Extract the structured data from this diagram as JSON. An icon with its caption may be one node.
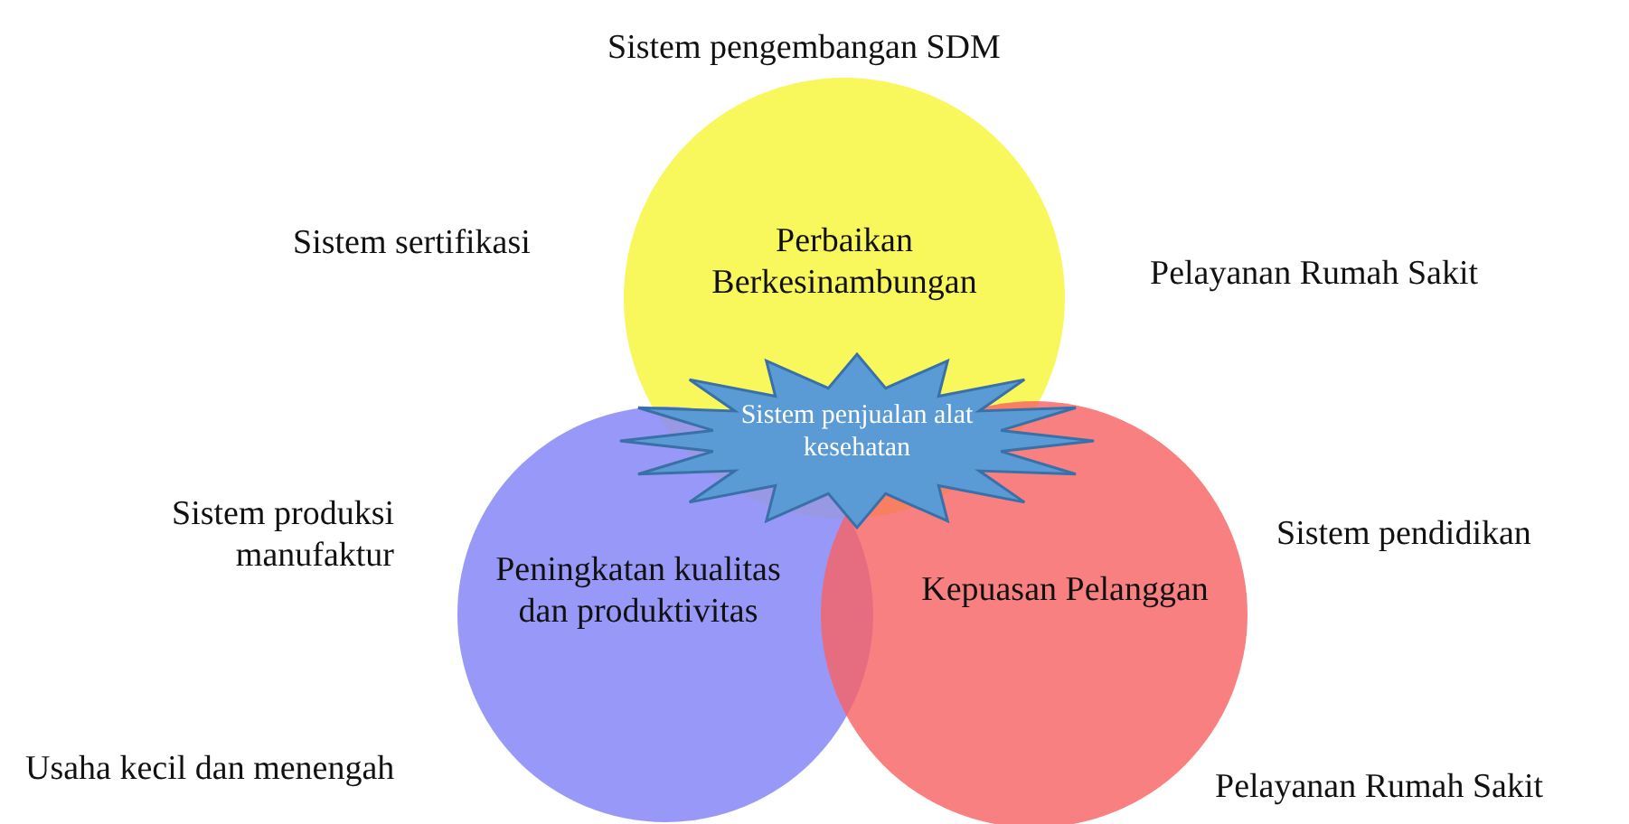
{
  "diagram": {
    "nodes": [
      {
        "text": [
          "Perbaikan Berkesinambungan"
        ]
      },
      {
        "text": [
          "Peningkatan kualitas dan produktivitas"
        ]
      },
      {
        "text": [
          "Kepuasan Pelanggan"
        ]
      },
      {
        "text": [
          "Sistem penjualan alat kesehatan"
        ]
      }
    ],
    "edges": [],
    "labels": [
      "Sistem pengembangan SDM",
      "Sistem sertifikasi",
      "Pelayanan Rumah Sakit",
      "Sistem produksi manufaktur",
      "Sistem pendidikan",
      "Usaha kecil dan menengah",
      "Pelayanan Rumah Sakit"
    ]
  }
}
